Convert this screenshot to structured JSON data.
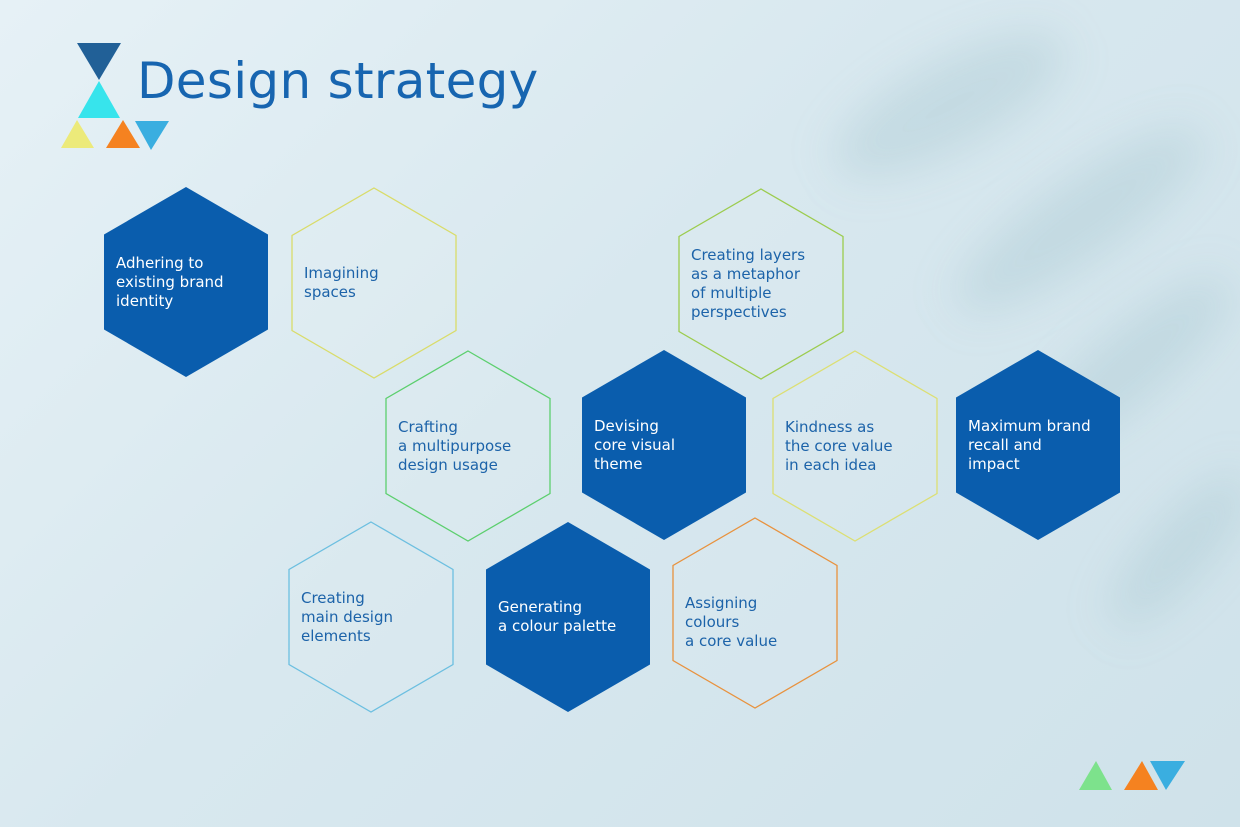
{
  "title": "Design strategy",
  "colors": {
    "brand_blue": "#0a5dad",
    "title_blue": "#1765b0",
    "logo_dark": "#216097",
    "logo_cyan": "#37e4ec",
    "logo_yellow": "#ecea7a",
    "logo_orange": "#f58220",
    "logo_sky": "#3aaee0",
    "logo_green": "#7de28c"
  },
  "hexagons": [
    {
      "text": "Adhering to\nexisting brand\nidentity",
      "style": "filled",
      "stroke": "#0a5dad"
    },
    {
      "text": "Imagining\nspaces",
      "style": "outline",
      "stroke": "#d9dc6a"
    },
    {
      "text": "Creating layers\nas a metaphor\nof multiple\nperspectives",
      "style": "outline",
      "stroke": "#9ccc4e"
    },
    {
      "text": "Crafting\na multipurpose\ndesign usage",
      "style": "outline",
      "stroke": "#5ccf6e"
    },
    {
      "text": "Devising\ncore visual\ntheme",
      "style": "filled",
      "stroke": "#0a5dad"
    },
    {
      "text": "Kindness as\nthe core value\nin each idea",
      "style": "outline",
      "stroke": "#dcdf73"
    },
    {
      "text": "Maximum brand\nrecall and\nimpact",
      "style": "filled",
      "stroke": "#0a5dad"
    },
    {
      "text": "Creating\nmain design\nelements",
      "style": "outline",
      "stroke": "#6cbfe0"
    },
    {
      "text": "Generating\na colour palette",
      "style": "filled",
      "stroke": "#0a5dad"
    },
    {
      "text": "Assigning colours\na core value",
      "style": "outline",
      "stroke": "#e8923e"
    }
  ]
}
